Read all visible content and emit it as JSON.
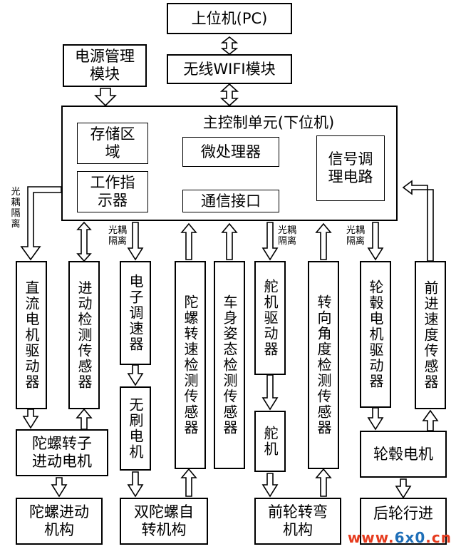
{
  "boxes": {
    "pc": "上位机(PC)",
    "wifi": "无线WIFI模块",
    "power": "电源管理\n模块",
    "main_unit": "主控制单元(下位机)",
    "storage": "存储区\n域",
    "micro": "微处理器",
    "signal": "信号调\n理电路",
    "indicator": "工作指\n示器",
    "comm": "通信接口",
    "dc_driver": "直流电机驱动器",
    "adv_sensor": "进动检测传感器",
    "esc": "电子调速器",
    "gyro_speed_sensor": "陀螺转速检测传感器",
    "posture_sensor": "车身姿态检测传感器",
    "servo_driver": "舵机驱动器",
    "steer_sensor": "转向角度检测传感器",
    "hub_driver": "轮毂电机驱动器",
    "fwd_speed_sensor": "前进速度传感器",
    "gyro_rotor_motor": "陀螺转子\n进动电机",
    "brushless": "无刷电机",
    "servo": "舵机",
    "hub_motor": "轮毂电机",
    "gyro_adv_mech": "陀螺进动\n机构",
    "dual_gyro_mech": "双陀螺自\n转机构",
    "front_steer_mech": "前轮转弯\n机构",
    "rear_drive_mech": "后轮行进"
  },
  "labels": {
    "opto1": "光\n耦\n隔\n离",
    "opto2": "光耦\n隔离",
    "opto3": "光耦\n隔离",
    "opto4": "光耦\n隔离"
  },
  "watermark": {
    "part1": "www.",
    "part2": "6x0",
    "part3": ".cn"
  }
}
